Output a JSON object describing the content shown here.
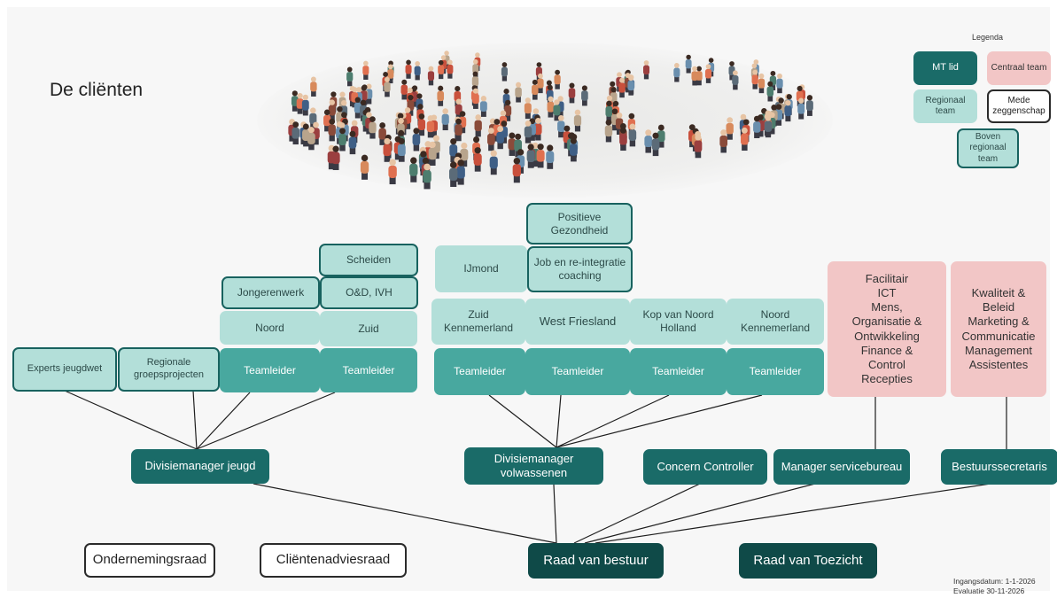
{
  "title": "De cliënten",
  "legend": {
    "title": "Legenda",
    "mt_lid": "MT lid",
    "centraal_team": "Centraal team",
    "regionaal_team": "Regionaal team",
    "medezeggenschap": "Mede zeggenschap",
    "boven_regionaal_team": "Boven regionaal team"
  },
  "jeugd": {
    "scheiden": "Scheiden",
    "jongerenwerk": "Jongerenwerk",
    "od_ivh": "O&D, IVH",
    "noord": "Noord",
    "zuid": "Zuid",
    "experts_jeugdwet": "Experts jeugdwet",
    "regionale_groepsprojecten": "Regionale groepsprojecten",
    "teamleider_noord": "Teamleider",
    "teamleider_zuid": "Teamleider",
    "manager": "Divisiemanager jeugd"
  },
  "volwassenen": {
    "positieve_gezondheid": "Positieve Gezondheid",
    "ijmond": "IJmond",
    "job_coaching": "Job en re-integratie coaching",
    "zuid_kennemerland": "Zuid Kennemerland",
    "west_friesland": "West Friesland",
    "kop_van_noord_holland": "Kop van Noord Holland",
    "noord_kennemerland": "Noord Kennemerland",
    "teamleider_1": "Teamleider",
    "teamleider_2": "Teamleider",
    "teamleider_3": "Teamleider",
    "teamleider_4": "Teamleider",
    "manager": "Divisiemanager volwassenen"
  },
  "servicebureau": {
    "facilitair_lines": [
      "Facilitair",
      "ICT",
      "Mens,",
      "Organisatie &",
      "Ontwikkeling",
      "Finance &",
      "Control",
      "Recepties"
    ],
    "kwaliteit_lines": [
      "Kwaliteit &",
      "Beleid",
      "Marketing &",
      "Communicatie",
      "Management",
      "Assistentes"
    ],
    "concern_controller": "Concern Controller",
    "manager": "Manager servicebureau",
    "bestuurssecretaris": "Bestuurssecretaris"
  },
  "governance": {
    "ondernemingsraad": "Ondernemingsraad",
    "clientenadviesraad": "Cliëntenadviesraad",
    "raad_van_bestuur": "Raad van bestuur",
    "raad_van_toezicht": "Raad van Toezicht"
  },
  "footer": {
    "ingangsdatum": "Ingangsdatum: 1-1-2026",
    "evaluatie": "Evaluatie 30-11-2026"
  },
  "colors": {
    "mt_lid": "#1a6b68",
    "raad": "#0f4a48",
    "teamleider": "#48a89f",
    "regionaal": "#b3dfd9",
    "centraal": "#f2c6c6",
    "boven_regionaal_border": "#18625f"
  }
}
